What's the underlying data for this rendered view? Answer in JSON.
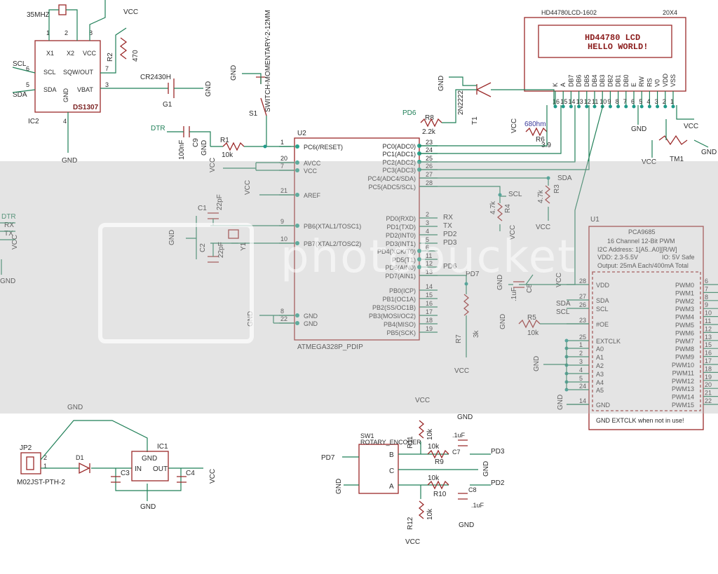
{
  "lcd": {
    "title": "HD44780LCD-1602",
    "size": "20X4",
    "line1": "HD44780 LCD",
    "line2": "HELLO WORLD!",
    "pins": [
      "16",
      "15",
      "14",
      "13",
      "12",
      "11",
      "10",
      "9",
      "8",
      "7",
      "6",
      "5",
      "4",
      "3",
      "2",
      "1"
    ],
    "pin_names": [
      "K",
      "A",
      "DB7",
      "DB6",
      "DB5",
      "DB4",
      "DB3",
      "DB2",
      "DB1",
      "DB0",
      "E",
      "RW",
      "RS",
      "V0",
      "VDD",
      "VSS"
    ],
    "gnd": "GND",
    "vcc": "VCC",
    "tm": "TM1"
  },
  "mcu": {
    "ref": "U2",
    "part": "ATMEGA328P_PDIP",
    "left_pins": [
      {
        "num": "1",
        "name": "PC6(/RESET)"
      },
      {
        "num": "20",
        "name": "AVCC"
      },
      {
        "num": "7",
        "name": "VCC"
      },
      {
        "num": "21",
        "name": "AREF"
      },
      {
        "num": "9",
        "name": "PB6(XTAL1/TOSC1)"
      },
      {
        "num": "10",
        "name": "PB7(XTAL2/TOSC2)"
      },
      {
        "num": "8",
        "name": "GND"
      },
      {
        "num": "22",
        "name": "GND"
      }
    ],
    "right_pins": [
      {
        "num": "23",
        "name": "PC0(ADC0)"
      },
      {
        "num": "24",
        "name": "PC1(ADC1)"
      },
      {
        "num": "25",
        "name": "PC2(ADC2)"
      },
      {
        "num": "26",
        "name": "PC3(ADC3)"
      },
      {
        "num": "27",
        "name": "PC4(ADC4/SDA)"
      },
      {
        "num": "28",
        "name": "PC5(ADC5/SCL)"
      },
      {
        "num": "2",
        "name": "PD0(RXD)"
      },
      {
        "num": "3",
        "name": "PD1(TXD)"
      },
      {
        "num": "4",
        "name": "PD2(INT0)"
      },
      {
        "num": "5",
        "name": "PD3(INT1)"
      },
      {
        "num": "6",
        "name": "PD4(XCK/T0)"
      },
      {
        "num": "11",
        "name": "PD5(T1)"
      },
      {
        "num": "12",
        "name": "PD6(AIN0)"
      },
      {
        "num": "13",
        "name": "PD7(AIN1)"
      },
      {
        "num": "14",
        "name": "PB0(ICP)"
      },
      {
        "num": "15",
        "name": "PB1(OC1A)"
      },
      {
        "num": "16",
        "name": "PB2(SS/OC1B)"
      },
      {
        "num": "17",
        "name": "PB3(MOSI/OC2)"
      },
      {
        "num": "18",
        "name": "PB4(MISO)"
      },
      {
        "num": "19",
        "name": "PB5(SCK)"
      }
    ],
    "net_rx": "RX",
    "net_tx": "TX",
    "net_pd2": "PD2",
    "net_pd3": "PD3",
    "net_pd6": "PD6",
    "net_pd7": "PD7"
  },
  "rtc": {
    "ref": "IC2",
    "part": "DS1307",
    "crystal": "35MHZ",
    "x1": "X1",
    "x2": "X2",
    "vcc": "VCC",
    "scl": "SCL",
    "sqw": "SQW/OUT",
    "sda": "SDA",
    "vbat": "VBAT",
    "gnd": "GND",
    "p1": "1",
    "p2": "2",
    "p8": "8",
    "p6": "6",
    "p7": "7",
    "p5": "5",
    "p3": "3",
    "p4": "4",
    "net_scl": "SCL",
    "net_sda": "SDA"
  },
  "misc": {
    "r2": "R2",
    "r2v": "470",
    "vcc": "VCC",
    "gnd": "GND",
    "battery": "CR2430H",
    "g1": "G1",
    "switch": "SWITCH-MOMENTARY-2-12MM",
    "s1": "S1",
    "dtr": "DTR",
    "c9": "C9",
    "c9v": "100nF",
    "r1": "R1",
    "r1v": "10k",
    "r8": "R8",
    "r8v": "2.2k",
    "t1": "T1",
    "t1v": "2N2222",
    "r6": "R6",
    "r6v": "3.9",
    "r6hand": "680hm",
    "sda": "SDA",
    "scl": "SCL",
    "r3": "R3",
    "r3v": "4.7k",
    "r4": "R4",
    "r4v": "4.7k",
    "c1": "C1",
    "c1v": "22pF",
    "c2": "C2",
    "c2v": "22pF",
    "y1": "Y1",
    "r7": "R7",
    "r7v": "3k",
    "pd7": "PD7",
    "pd6": "PD6",
    "left_dtr": "DTR",
    "left_rx": "RX",
    "left_tx": "TX"
  },
  "pca": {
    "ref": "U1",
    "title": "PCA9685",
    "sub1": "16 Channel 12-Bit PWM",
    "sub2": "I2C Address: 1[A5..A0][R/W]",
    "vdd_note": "VDD: 2.3-5.5V",
    "io_note": "IO: 5V Safe",
    "out_note": "Output: 25mA Each/400mA Total",
    "foot": "GND EXTCLK when not in use!",
    "left_pins": [
      {
        "num": "28",
        "name": "VDD"
      },
      {
        "num": "27",
        "name": "SDA"
      },
      {
        "num": "26",
        "name": "SCL"
      },
      {
        "num": "23",
        "name": "#OE"
      },
      {
        "num": "25",
        "name": "EXTCLK"
      },
      {
        "num": "1",
        "name": "A0"
      },
      {
        "num": "2",
        "name": "A1"
      },
      {
        "num": "3",
        "name": "A2"
      },
      {
        "num": "4",
        "name": "A3"
      },
      {
        "num": "5",
        "name": "A4"
      },
      {
        "num": "24",
        "name": "A5"
      },
      {
        "num": "14",
        "name": "GND"
      }
    ],
    "right_pins": [
      {
        "num": "6",
        "name": "PWM0"
      },
      {
        "num": "7",
        "name": "PWM1"
      },
      {
        "num": "8",
        "name": "PWM2"
      },
      {
        "num": "9",
        "name": "PWM3"
      },
      {
        "num": "10",
        "name": "PWM4"
      },
      {
        "num": "11",
        "name": "PWM5"
      },
      {
        "num": "12",
        "name": "PWM6"
      },
      {
        "num": "13",
        "name": "PWM7"
      },
      {
        "num": "15",
        "name": "PWM8"
      },
      {
        "num": "16",
        "name": "PWM9"
      },
      {
        "num": "17",
        "name": "PWM10"
      },
      {
        "num": "18",
        "name": "PWM11"
      },
      {
        "num": "19",
        "name": "PWM12"
      },
      {
        "num": "20",
        "name": "PWM13"
      },
      {
        "num": "21",
        "name": "PWM14"
      },
      {
        "num": "22",
        "name": "PWM15"
      }
    ],
    "c8": "C8",
    "c8v": ".1uF",
    "r5": "R5",
    "r5v": "10k"
  },
  "power": {
    "jp2": "JP2",
    "jp2part": "M02JST-PTH-2",
    "d1": "D1",
    "ic1": "IC1",
    "in": "IN",
    "out": "OUT",
    "gnd": "GND",
    "c3": "C3",
    "c4": "C4",
    "vcc": "VCC",
    "p1": "1",
    "p2": "2"
  },
  "encoder": {
    "sw1": "SW1",
    "part": "ROTARY_ENCODER",
    "b": "B",
    "c": "C",
    "a": "A",
    "pd7": "PD7",
    "gnd": "GND",
    "vcc": "VCC",
    "r11": "R11",
    "r11v": "10k",
    "r9": "R9",
    "r9v": "10k",
    "r10": "R10",
    "r10v": "10k",
    "r12": "R12",
    "r12v": "10k",
    "c7": "C7",
    "c7v": ".1uF",
    "c8": "C8",
    "c8v": ".1uF",
    "pd3": "PD3",
    "pd2": "PD2"
  },
  "watermark": "photobucket"
}
